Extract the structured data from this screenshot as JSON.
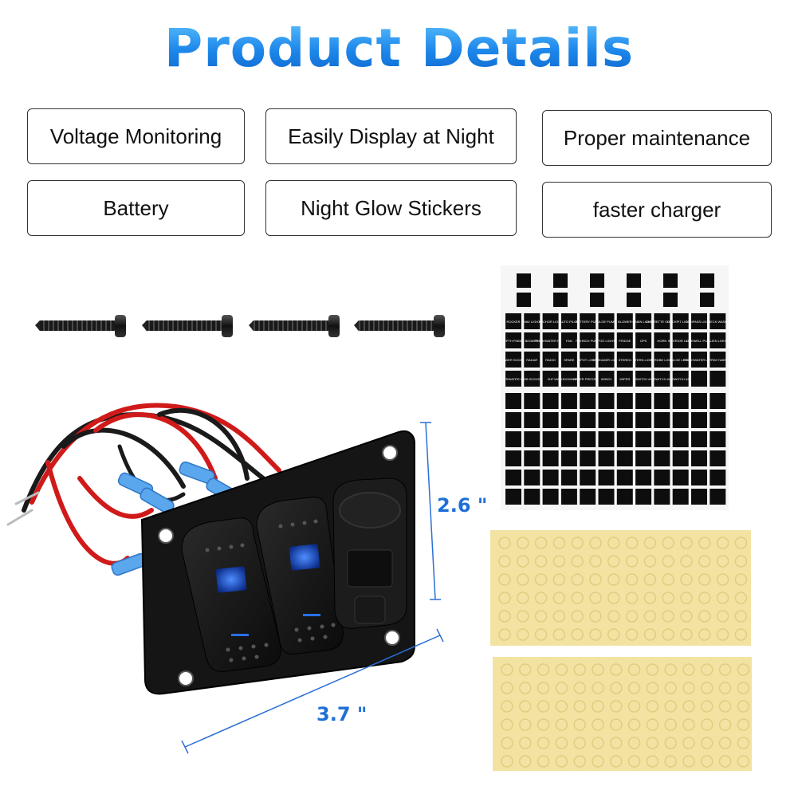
{
  "header": {
    "title": "Product Details"
  },
  "features": [
    {
      "label": "Voltage Monitoring"
    },
    {
      "label": "Easily Display at Night"
    },
    {
      "label": "Proper maintenance"
    },
    {
      "label": "Battery"
    },
    {
      "label": "Night Glow Stickers"
    },
    {
      "label": "faster charger"
    }
  ],
  "dimensions": {
    "height": "2.6 \"",
    "width": "3.7 \""
  },
  "colors": {
    "title_blue": "#1c86ea",
    "dimension_blue": "#1e6fd6",
    "switch_glow": "#2a6fe8",
    "sticker_yellow": "#f3e3a2"
  },
  "sticker_sheet": {
    "word_labels": [
      "ROCKER",
      "NAV LIGHT",
      "ANCHOR LIGHT",
      "AUTO PILOT",
      "BATTERY PUMP",
      "BILGE PUMP",
      "BLOWER",
      "CABIN LIGHTS",
      "CIGARETTE SOCKET",
      "COCKPIT LIGHTS",
      "COMPASS LIGHTS",
      "DECK WASH",
      "DEPTH FINDER",
      "BIGWIPE",
      "FRESHWATER PUMP",
      "FAN",
      "FISHBOX PUMP",
      "FOG LIGHT",
      "FRIDGE",
      "GPS",
      "HORN",
      "INTERIOR LIGHT",
      "LIVEWELL PUMP",
      "ALIEN LIGHT",
      "POWER SOCKET",
      "RADAR",
      "RADIO",
      "SPARE",
      "SPOT LIGHT",
      "SPREADER LIGHT",
      "STEREO",
      "STERN LIGHT",
      "STROBE LIGHT",
      "BILGE LIGHT",
      "FRESHWATER LIGHT",
      "TRIM TABS",
      "UNDERWATER LIGHT",
      "USB SOCKET",
      "VHF",
      "WASHDOWN PUMP",
      "WATER PRESSURE",
      "WINCH",
      "WIPER",
      "SWITCH #1",
      "SWITCH #2",
      "SWITCH #3"
    ]
  }
}
